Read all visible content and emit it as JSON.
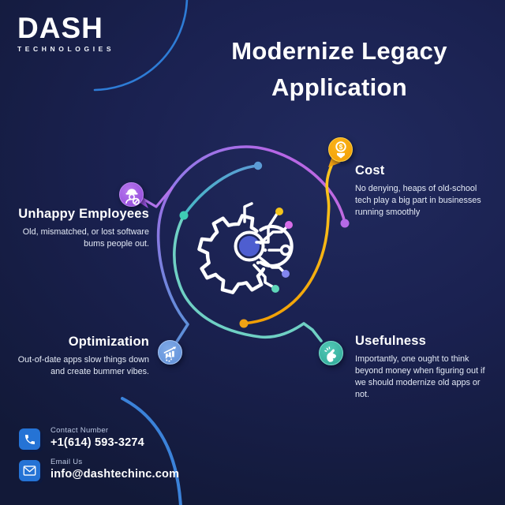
{
  "brand": {
    "name": "DASH",
    "tagline": "TECHNOLOGIES"
  },
  "title": {
    "line1": "Modernize Legacy",
    "line2": "Application"
  },
  "sections": [
    {
      "id": "unhappy-employees",
      "heading": "Unhappy Employees",
      "lines": [
        "Old, mismatched, or lost software",
        "bums people out."
      ],
      "icon": "unhappy-employee-icon",
      "accent": "#a25ce6"
    },
    {
      "id": "cost",
      "heading": "Cost",
      "lines": [
        "No denying, heaps of old-school",
        "tech play a big part in businesses",
        "running smoothly"
      ],
      "icon": "cost-reduction-icon",
      "accent": "#f5a80a"
    },
    {
      "id": "optimization",
      "heading": "Optimization",
      "lines": [
        "Out-of-date apps slow things down",
        "and create bummer vibes."
      ],
      "icon": "optimization-growth-icon",
      "accent": "#6d9be0"
    },
    {
      "id": "usefulness",
      "heading": "Usefulness",
      "lines": [
        "Importantly, one ought to think",
        "beyond money when figuring out if",
        "we should modernize old apps or",
        "not."
      ],
      "icon": "snap-fingers-icon",
      "accent": "#3fc2b0"
    }
  ],
  "contact": {
    "phone": {
      "label": "Contact Number",
      "value": "+1(614) 593-3274",
      "icon": "phone-icon"
    },
    "email": {
      "label": "Email Us",
      "value": "info@dashtechinc.com",
      "icon": "email-icon"
    }
  },
  "center_icon": "gear-circuit-icon",
  "colors": {
    "background": "#1a2150",
    "accent_purple": "#b566e6",
    "accent_yellow": "#f5a80a",
    "accent_blue": "#5b9bd5",
    "accent_teal": "#6fd0c4",
    "center_core": "#4e5ed0",
    "contact_icon_bg": "#2573d5",
    "decor_arc_blue": "#2e7cd6"
  }
}
